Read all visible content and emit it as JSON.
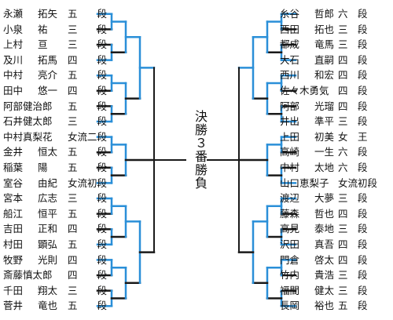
{
  "left_players": [
    {
      "family": "永瀬",
      "given": "拓矢",
      "rank": "五　　段"
    },
    {
      "family": "小泉",
      "given": "祐",
      "rank": "三　　段"
    },
    {
      "family": "上村",
      "given": "亘",
      "rank": "三　　段"
    },
    {
      "family": "及川",
      "given": "拓馬",
      "rank": "四　　段"
    },
    {
      "family": "中村",
      "given": "亮介",
      "rank": "五　　段"
    },
    {
      "family": "田中",
      "given": "悠一",
      "rank": "四　　段"
    },
    {
      "family": "阿部健治郎",
      "given": "",
      "rank": "五　　段"
    },
    {
      "family": "石井健太郎",
      "given": "",
      "rank": "三　　段"
    },
    {
      "family": "中村真梨花",
      "given": "",
      "rank": "女流二段"
    },
    {
      "family": "金井",
      "given": "恒太",
      "rank": "五　　段"
    },
    {
      "family": "稲葉",
      "given": "陽",
      "rank": "五　　段"
    },
    {
      "family": "室谷",
      "given": "由紀",
      "rank": "女流初段"
    },
    {
      "family": "宮本",
      "given": "広志",
      "rank": "三　　段"
    },
    {
      "family": "船江",
      "given": "恒平",
      "rank": "五　　段"
    },
    {
      "family": "吉田",
      "given": "正和",
      "rank": "四　　段"
    },
    {
      "family": "村田",
      "given": "顕弘",
      "rank": "五　　段"
    },
    {
      "family": "牧野",
      "given": "光則",
      "rank": "四　　段"
    },
    {
      "family": "斎藤慎太郎",
      "given": "",
      "rank": "四　　段"
    },
    {
      "family": "千田",
      "given": "翔太",
      "rank": "三　　段"
    },
    {
      "family": "菅井",
      "given": "竜也",
      "rank": "五　　段"
    }
  ],
  "right_players": [
    {
      "family": "糸谷",
      "given": "哲郎",
      "rank": "六　段"
    },
    {
      "family": "西田",
      "given": "拓也",
      "rank": "三　段"
    },
    {
      "family": "都成",
      "given": "竜馬",
      "rank": "三　段"
    },
    {
      "family": "大石",
      "given": "直嗣",
      "rank": "四　段"
    },
    {
      "family": "西川",
      "given": "和宏",
      "rank": "四　段"
    },
    {
      "family": "佐々木勇気",
      "given": "",
      "rank": "四　段"
    },
    {
      "family": "阿部",
      "given": "光瑠",
      "rank": "四　段"
    },
    {
      "family": "井出",
      "given": "準平",
      "rank": "三　段"
    },
    {
      "family": "上田",
      "given": "初美",
      "rank": "女　王"
    },
    {
      "family": "高崎",
      "given": "一生",
      "rank": "六　段"
    },
    {
      "family": "中村",
      "given": "太地",
      "rank": "六　段"
    },
    {
      "family": "山口恵梨子",
      "given": "",
      "rank": "女流初段"
    },
    {
      "family": "渡辺",
      "given": "大夢",
      "rank": "三　段"
    },
    {
      "family": "藤森",
      "given": "哲也",
      "rank": "四　段"
    },
    {
      "family": "高見",
      "given": "泰地",
      "rank": "三　段"
    },
    {
      "family": "沢田",
      "given": "真吾",
      "rank": "四　段"
    },
    {
      "family": "門倉",
      "given": "啓太",
      "rank": "四　段"
    },
    {
      "family": "竹内",
      "given": "貴浩",
      "rank": "三　段"
    },
    {
      "family": "福間",
      "given": "健太",
      "rank": "三　段"
    },
    {
      "family": "長岡",
      "given": "裕也",
      "rank": "五　段"
    }
  ],
  "final_label": "決勝３番勝負",
  "colors": {
    "winner_line": "#2a8fd8",
    "loser_line": "#1a1a1a"
  }
}
